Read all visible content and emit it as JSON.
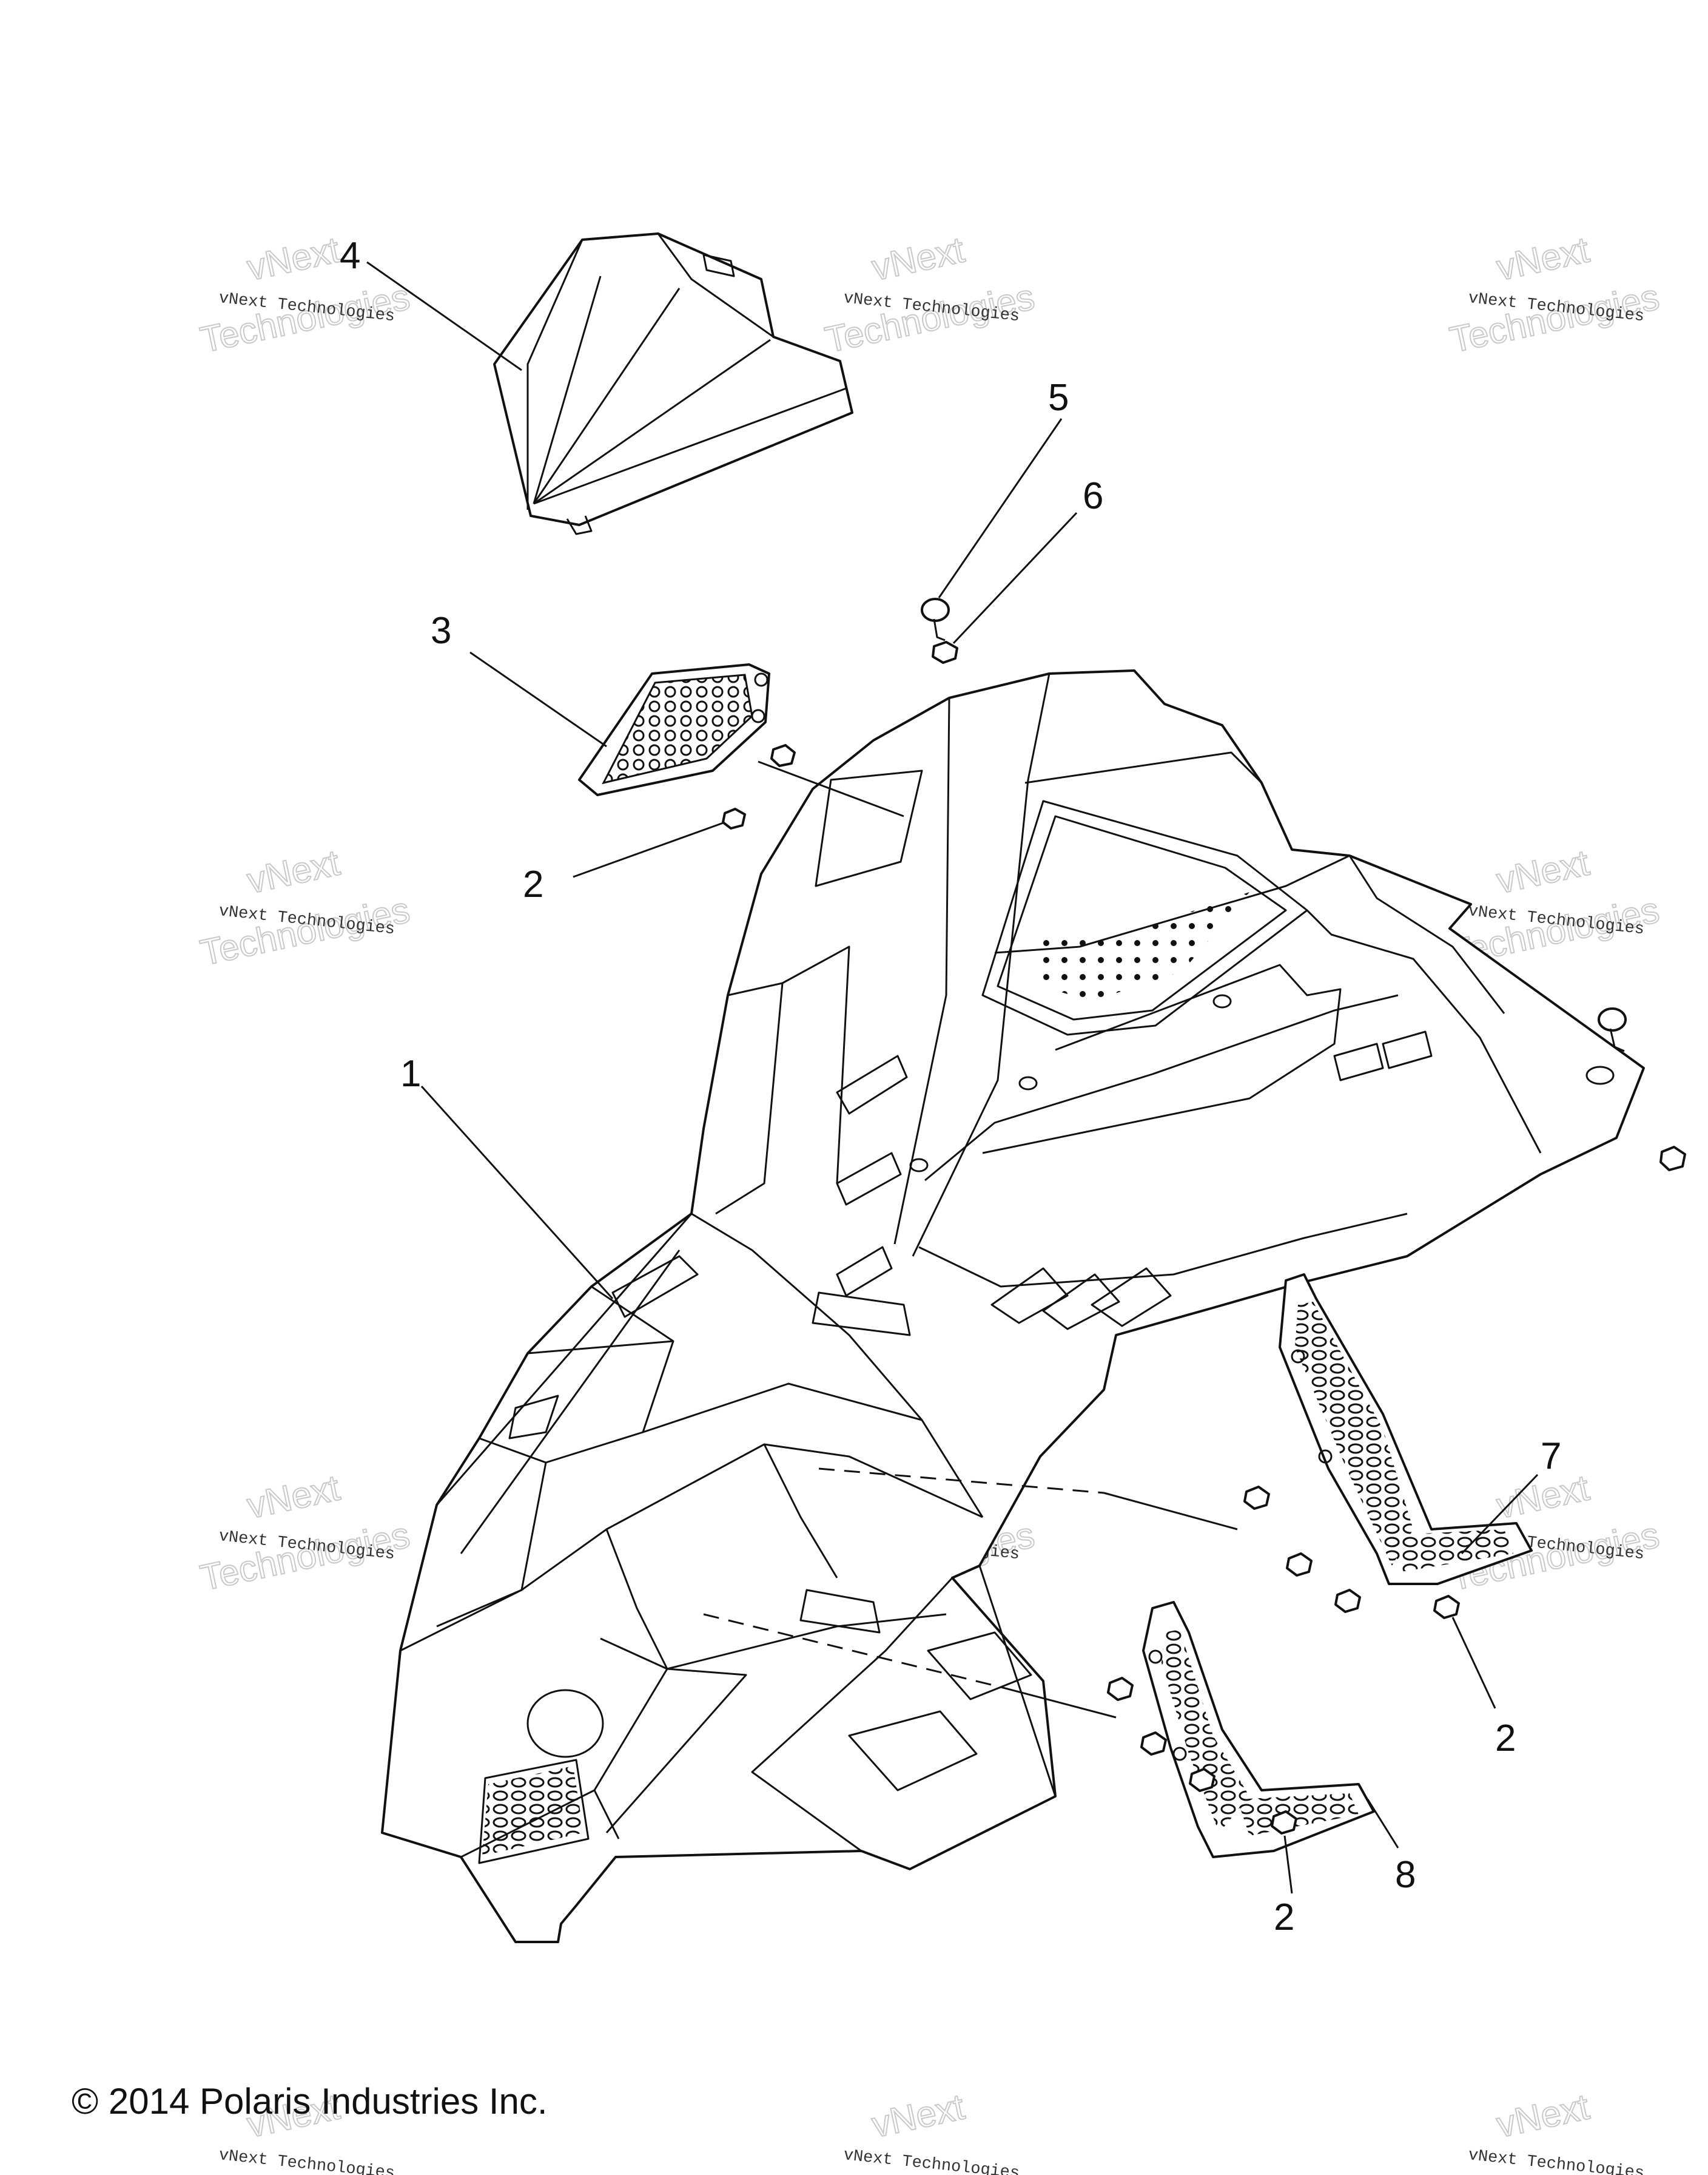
{
  "copyright": "© 2014 Polaris Industries Inc.",
  "watermark": {
    "line_small": "vNext Technologies",
    "line_big_1": "vNext",
    "line_big_2": "Technologies"
  },
  "callouts": {
    "c1": "1",
    "c2a": "2",
    "c2b": "2",
    "c2c": "2",
    "c3": "3",
    "c4": "4",
    "c5": "5",
    "c6": "6",
    "c7": "7",
    "c8": "8"
  }
}
